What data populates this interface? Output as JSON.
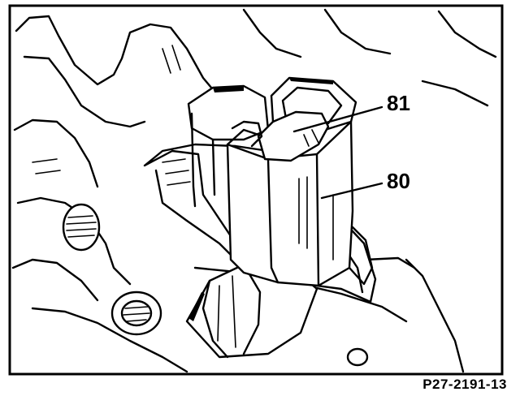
{
  "callouts": [
    {
      "id": "81",
      "label": "81"
    },
    {
      "id": "80",
      "label": "80"
    }
  ],
  "figure_code": "P27-2191-13",
  "colors": {
    "ink": "#000000",
    "paper": "#ffffff"
  }
}
